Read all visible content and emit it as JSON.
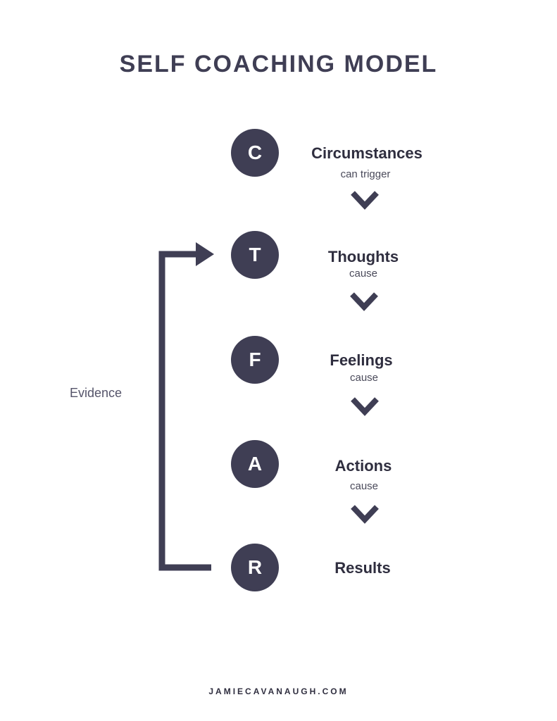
{
  "title": "SELF COACHING MODEL",
  "steps": [
    {
      "letter": "C",
      "label": "Circumstances",
      "connector": "can trigger"
    },
    {
      "letter": "T",
      "label": "Thoughts",
      "connector": "cause"
    },
    {
      "letter": "F",
      "label": "Feelings",
      "connector": "cause"
    },
    {
      "letter": "A",
      "label": "Actions",
      "connector": "cause"
    },
    {
      "letter": "R",
      "label": "Results",
      "connector": ""
    }
  ],
  "evidence_label": "Evidence",
  "footer": "JAMIECAVANAUGH.COM",
  "colors": {
    "primary": "#3f3e54",
    "text": "#2f2e3f",
    "background": "#ffffff"
  }
}
